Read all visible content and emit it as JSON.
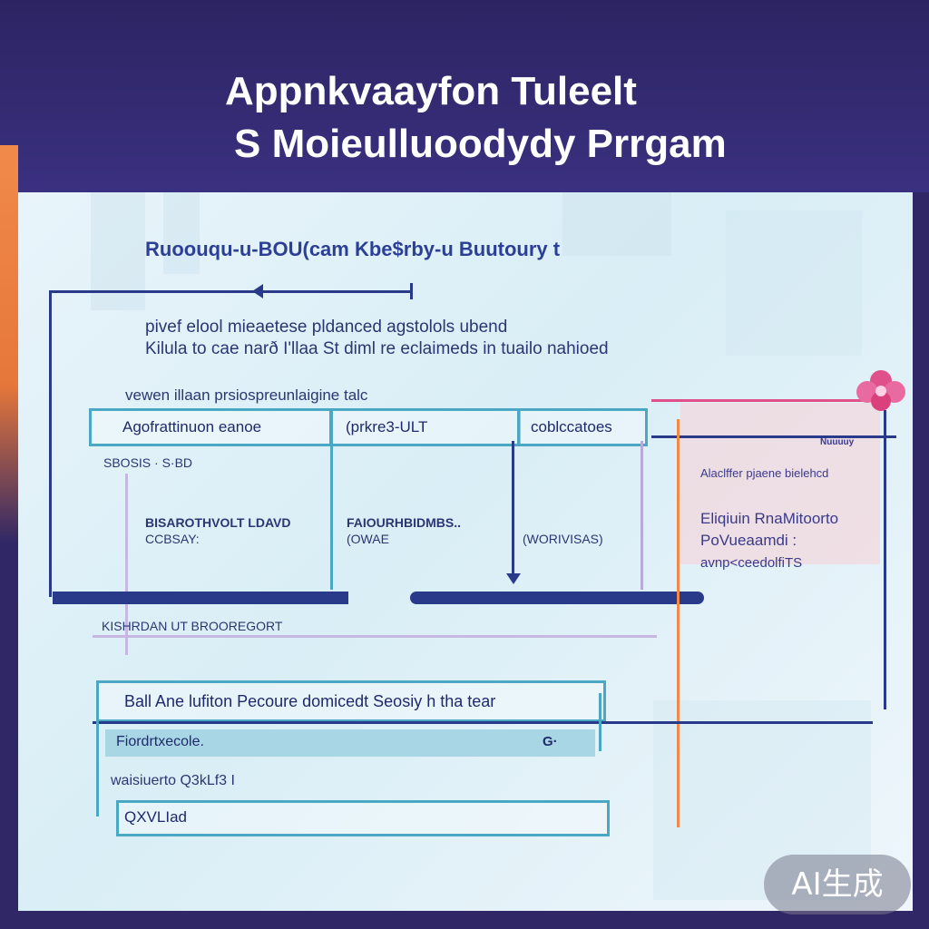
{
  "header": {
    "title_line1": "Appnkvaayfon Tuleelt",
    "title_line2": "S Moieulluoodydy Prrgam"
  },
  "diagram": {
    "subtitle": "Ruoouqu-u-BOU(cam Kbe$rby-u Buutoury t",
    "description_line1": "pivef elool mieaetese pldanced agstolols ubend",
    "description_line2": "Kilula to cae narð I'llaa St diml re eclaimeds in tuailo nahioed",
    "section_label": "vewen illaan prsiospreunlaigine talc",
    "top_row": {
      "cell1": "Agofrattinuon eanoe",
      "cell2": "(prkre3-ULT",
      "cell3": "coblccatoes"
    },
    "under_row_label": "SBOSIS · S·BD",
    "col1": {
      "heading": "BISAROTHVOLT LDAVD",
      "value": "CCBSAY:"
    },
    "col2": {
      "heading": "FAIOURHBIDMBS..",
      "value": "(OWAE"
    },
    "col3": {
      "value": "(WORIVISAS)"
    },
    "footer_label": "KISHRDAN UT BROOREGORT",
    "right_card": {
      "tag": "Nuuuuy",
      "line1": "Alaclffer pjaene bielehcd",
      "line2": "Eliqiuin RnaMitoorto",
      "line3": "PoVueaamdi :",
      "line4": "avnp<ceedolfiTS"
    },
    "bottom_box": {
      "title": "Ball Ane lufiton Pecoure domicedt Seosiy h tha tear",
      "field1": "Fiordrtxecole.",
      "field1_icon": "G·",
      "label2": "waisiuerto Q3kLf3 I",
      "field2": "QXVLIad"
    }
  },
  "badge": {
    "text": "AI生成"
  },
  "colors": {
    "header_bg": "#2c2462",
    "panel_bg": "#e1f1f8",
    "box_border": "#4aa8c4",
    "navy": "#2a3a8a",
    "pink": "#e0508a",
    "orange": "#f08a4b"
  }
}
